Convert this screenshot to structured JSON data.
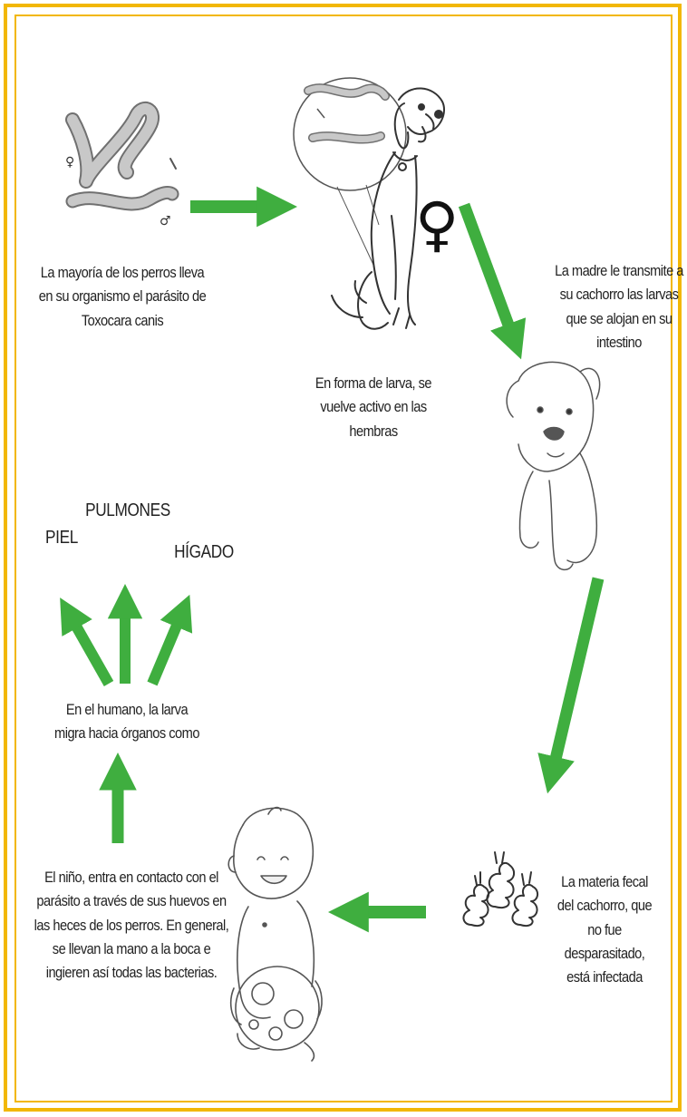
{
  "colors": {
    "frame": "#f2b705",
    "arrow": "#3fae3f",
    "line": "#555555",
    "worm": "#c8c8c8"
  },
  "steps": {
    "parasite": "La mayoría de los perros lleva en su organismo el parásito de Toxocara canis",
    "larva": "En forma de larva, se vuelve activo en las hembras",
    "mother": "La madre le transmite a su cachorro las larvas que se alojan en su intestino",
    "feces": "La materia fecal del cachorro, que no fue desparasitado, está infectada",
    "child": "El niño, entra en contacto con el parásito a través de sus huevos en las heces de los perros. En general, se llevan la mano a la boca e ingieren así todas las bacterias.",
    "human": "En el humano, la larva migra hacia órganos como"
  },
  "organs": {
    "skin": "PIEL",
    "lungs": "PULMONES",
    "liver": "HÍGADO"
  },
  "symbols": {
    "female": "♀",
    "male": "♂"
  },
  "icons": [
    "worm-icon",
    "female-symbol-icon",
    "magnifier-circle-icon",
    "dog-icon",
    "puppy-icon",
    "feces-icon",
    "baby-with-ball-icon",
    "arrow-icon"
  ]
}
